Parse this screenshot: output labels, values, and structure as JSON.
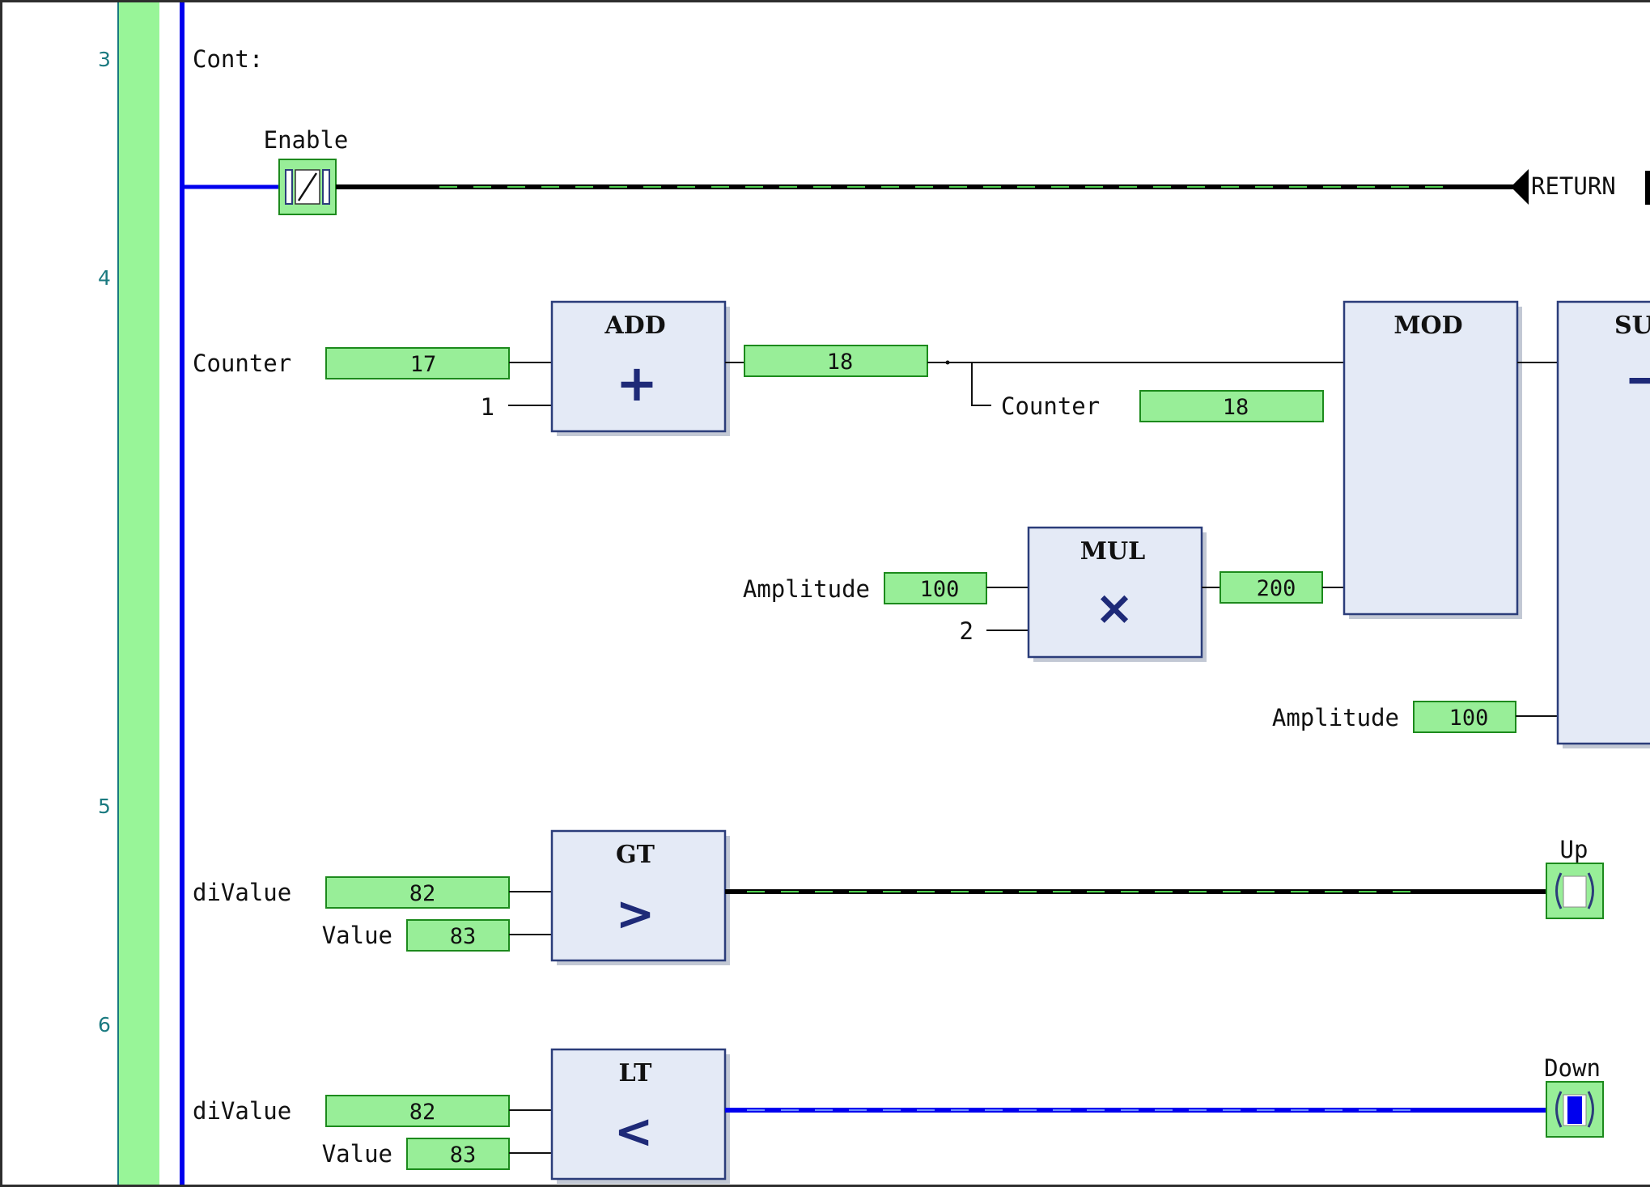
{
  "colors": {
    "rail": "#0000ee",
    "margin_green": "#98f598",
    "margin_line": "#1a7a80",
    "value_box": "#98ee98",
    "value_box_border": "#1c8a1c",
    "fb_fill": "#e4eaf6",
    "fb_border": "#2b3d7a",
    "symbol": "#1e2a78"
  },
  "line_numbers": [
    "3",
    "4",
    "5",
    "6"
  ],
  "label_cont": "Cont:",
  "network3": {
    "contact_name": "Enable",
    "contact_icon": "negated-contact-icon",
    "return_label": "RETURN"
  },
  "network4": {
    "add": {
      "title": "ADD",
      "symbol": "+",
      "in1_name": "Counter",
      "in1_value": "17",
      "in2_const": "1",
      "out_value": "18"
    },
    "assign": {
      "name": "Counter",
      "value": "18"
    },
    "mul": {
      "title": "MUL",
      "symbol": "×",
      "in1_name": "Amplitude",
      "in1_value": "100",
      "in2_const": "2",
      "out_value": "200"
    },
    "mod": {
      "title": "MOD"
    },
    "sub": {
      "title": "SU",
      "symbol": "−",
      "in2_name": "Amplitude",
      "in2_value": "100"
    }
  },
  "network5": {
    "gt": {
      "title": "GT",
      "symbol": ">",
      "in1_name": "diValue",
      "in1_value": "82",
      "in2_name": "Value",
      "in2_value": "83"
    },
    "coil_name": "Up",
    "coil_icon": "coil-icon"
  },
  "network6": {
    "lt": {
      "title": "LT",
      "symbol": "<",
      "in1_name": "diValue",
      "in1_value": "82",
      "in2_name": "Value",
      "in2_value": "83"
    },
    "coil_name": "Down",
    "coil_icon": "coil-icon"
  }
}
